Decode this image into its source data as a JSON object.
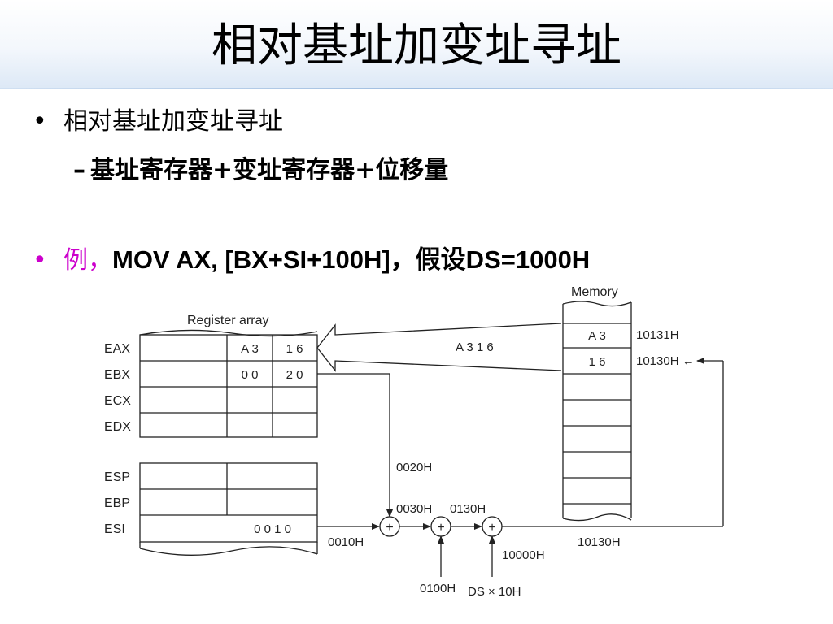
{
  "slide": {
    "title": "相对基址加变址寻址",
    "bullet1": "相对基址加变址寻址",
    "bullet1_marker": "•",
    "sub_bullet_marker": "–",
    "sub_bullet": "基址寄存器+变址寄存器+位移量",
    "bullet2_marker": "•",
    "example_prefix": "例，",
    "example_code": "MOV AX, [BX+SI+100H]，假设DS=1000H"
  },
  "diagram": {
    "register_array_label": "Register array",
    "memory_label": "Memory",
    "registers": [
      {
        "name": "EAX",
        "high": "A 3",
        "low": "1 6"
      },
      {
        "name": "EBX",
        "high": "0 0",
        "low": "2 0"
      },
      {
        "name": "ECX",
        "high": "",
        "low": ""
      },
      {
        "name": "EDX",
        "high": "",
        "low": ""
      },
      {
        "name": "ESP",
        "value": ""
      },
      {
        "name": "EBP",
        "value": ""
      },
      {
        "name": "ESI",
        "value": "0 0 1 0"
      }
    ],
    "memory_cells": [
      {
        "value": "A 3",
        "address": "10131H"
      },
      {
        "value": "1 6",
        "address": "10130H ←"
      }
    ],
    "transfer_label": "A 3 1 6",
    "labels": {
      "bx_value": "0020H",
      "si_value": "0010H",
      "sum1": "0030H",
      "sum2": "0130H",
      "displacement": "0100H",
      "ds_shift": "DS × 10H",
      "segment_base": "10000H",
      "final_address": "10130H"
    },
    "adder_symbol": "+"
  }
}
